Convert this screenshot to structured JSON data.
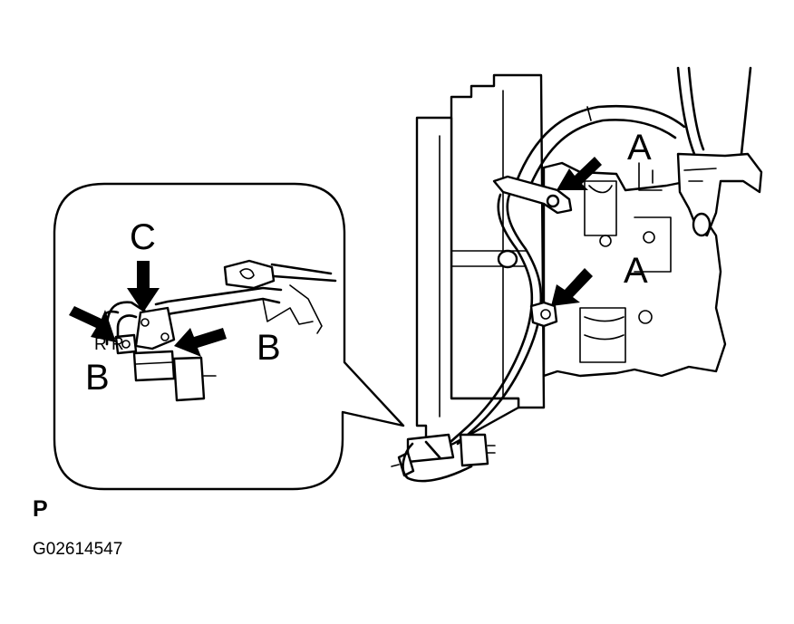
{
  "labels": {
    "a_upper": "A",
    "a_lower": "A",
    "b_right": "B",
    "b_left": "B",
    "c_top": "C",
    "view": "P",
    "figure_code": "G02614547"
  }
}
